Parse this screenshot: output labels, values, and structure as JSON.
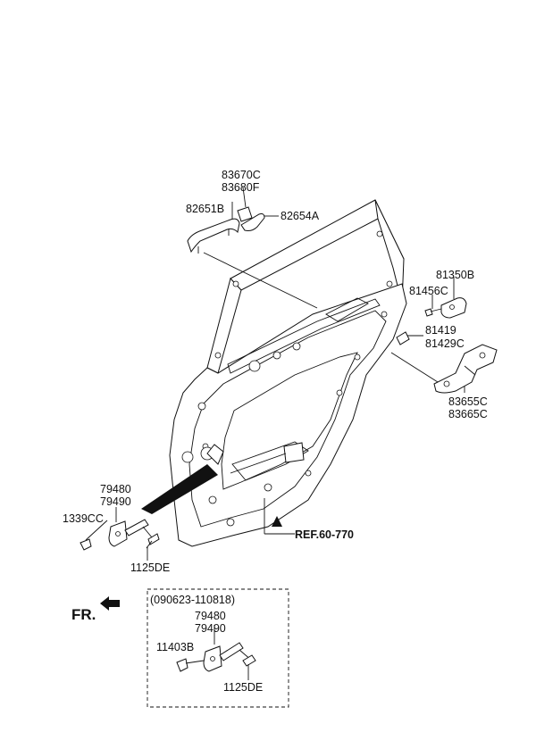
{
  "labels": {
    "p83670C": "83670C",
    "p83680F": "83680F",
    "p82651B": "82651B",
    "p82654A": "82654A",
    "p81350B": "81350B",
    "p81456C": "81456C",
    "p81419": "81419",
    "p81429C": "81429C",
    "p83655C": "83655C",
    "p83665C": "83665C",
    "p79480": "79480",
    "p79490": "79490",
    "p1339CC": "1339CC",
    "p1125DE": "1125DE",
    "ref": "REF.60-770",
    "fr": "FR.",
    "date_range": "(090623-110818)",
    "inset_79480": "79480",
    "inset_79490": "79490",
    "inset_11403B": "11403B",
    "inset_1125DE": "1125DE"
  }
}
